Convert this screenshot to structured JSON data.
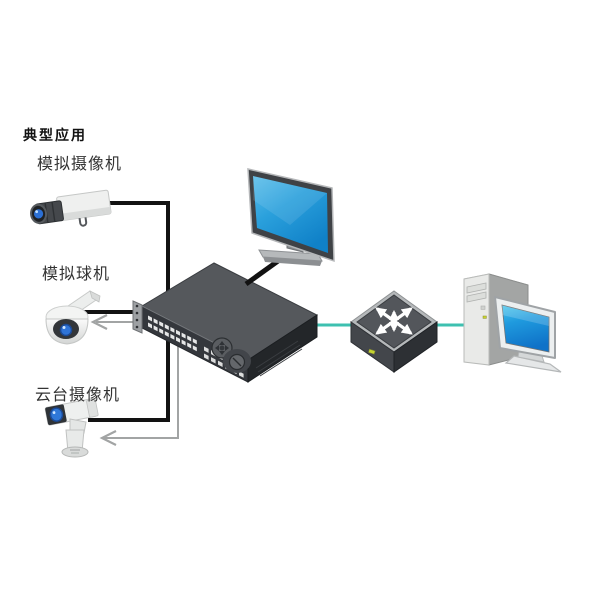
{
  "heading": {
    "text": "典型应用"
  },
  "labels": {
    "analog_camera": "模拟摄像机",
    "analog_dome": "模拟球机",
    "ptz_camera": "云台摄像机"
  },
  "colors": {
    "network_line": "#3ec0b0",
    "cable": "#121212",
    "control_line": "#a2a4a4",
    "dvr_top": "#55585c",
    "dvr_front": "#34373c",
    "dvr_side": "#232629",
    "screen_blue": "#1b95d8",
    "led_green": "#c6d52f"
  }
}
